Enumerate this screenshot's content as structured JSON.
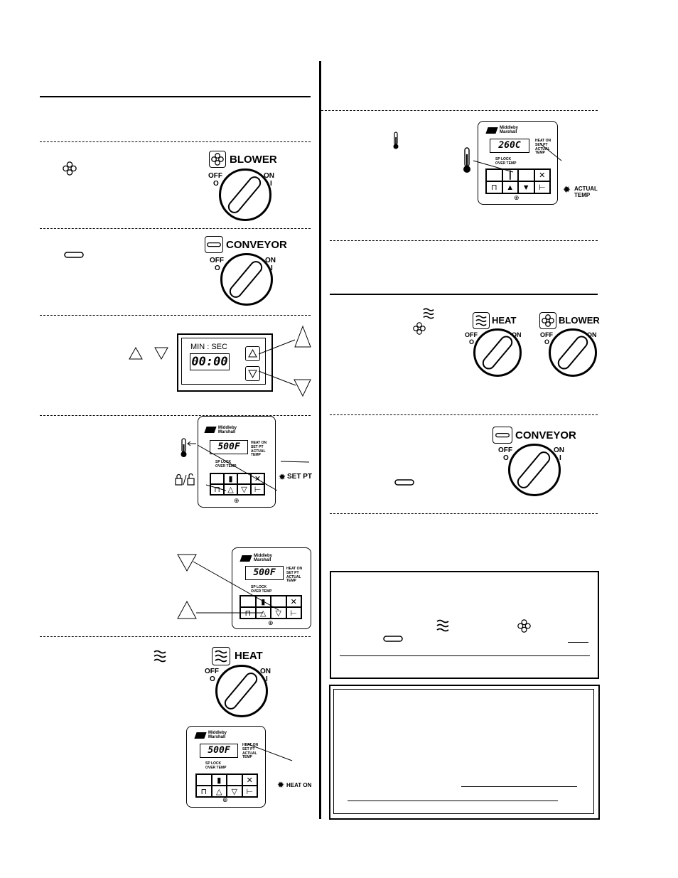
{
  "labels": {
    "blower": "BLOWER",
    "conveyor": "CONVEYOR",
    "heat": "HEAT",
    "off": "OFF",
    "on": "ON",
    "off_symbol": "O",
    "on_symbol": "I",
    "set_pt": "SET PT",
    "actual_temp_line1": "ACTUAL",
    "actual_temp_line2": "TEMP",
    "heat_on": "HEAT ON"
  },
  "timer": {
    "caption": "MIN : SEC",
    "display": "00:00"
  },
  "control_panel": {
    "brand_line1": "Middleby",
    "brand_line2": "Marshall",
    "led_heat_on": "HEAT ON",
    "led_set_pt": "SET PT",
    "led_actual_line1": "ACTUAL",
    "led_actual_line2": "TEMP",
    "led_sp_lock": "SP LOCK",
    "led_over_temp": "OVER TEMP",
    "display_f": "500F",
    "display_c": "260C"
  },
  "icons": {
    "blower": "fan-icon",
    "conveyor": "conveyor-icon",
    "heat": "heat-icon",
    "thermometer": "thermometer-icon",
    "lock": "lock-icon",
    "up": "up-arrow-icon",
    "down": "down-arrow-icon"
  }
}
